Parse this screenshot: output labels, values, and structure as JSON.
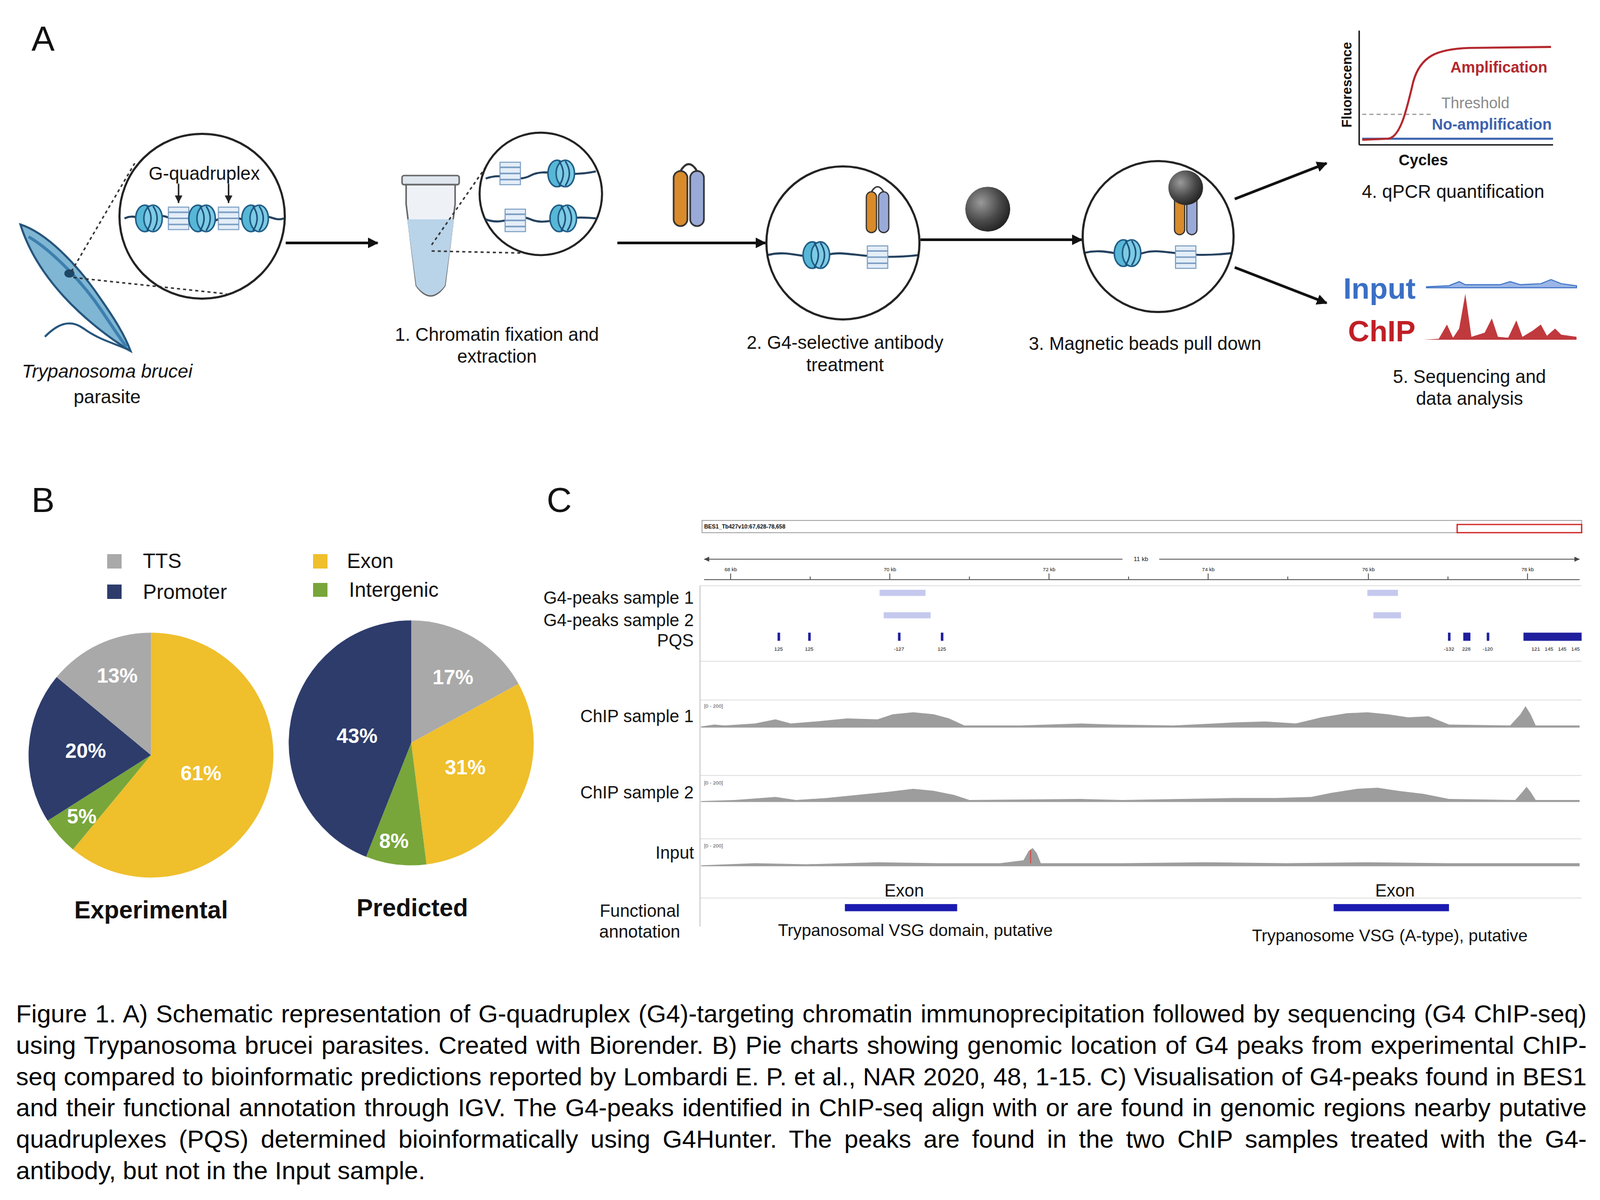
{
  "diagram": {
    "caption": "Figure 1. A) Schematic representation of G-quadruplex (G4)-targeting chromatin immunoprecipitation followed by sequencing (G4 ChIP-seq) using Trypanosoma brucei parasites. Created with Biorender. B) Pie charts showing genomic location of G4 peaks from experimental ChIP-seq compared to bioinformatic predictions reported by Lombardi E. P. et al., NAR 2020, 48, 1-15. C) Visualisation of G4-peaks found in BES1 and their functional annotation through IGV. The G4-peaks identified in ChIP-seq align with or are found in genomic regions nearby putative quadruplexes (PQS) determined bioinformatically using G4Hunter. The peaks are found in the two ChIP samples treated with the G4-antibody, but not in the Input sample.",
    "nodes": [
      {
        "text": [
          "G-quadruplex"
        ]
      },
      {
        "text": [
          "1. Chromatin fixation and extraction"
        ]
      },
      {
        "text": [
          "2. G4-selective antibody treatment"
        ]
      },
      {
        "text": [
          "3. Magnetic beads pull down"
        ]
      },
      {
        "text": [
          "4. qPCR quantification"
        ]
      },
      {
        "text": [
          "5. Sequencing and data analysis"
        ]
      }
    ],
    "edges": [
      {
        "from": 0,
        "to": 1,
        "arrow": "to"
      },
      {
        "from": 1,
        "to": 2,
        "arrow": "to"
      },
      {
        "from": 2,
        "to": 3,
        "arrow": "to"
      },
      {
        "from": 3,
        "to": 4,
        "arrow": "to"
      },
      {
        "from": 3,
        "to": 5,
        "arrow": "to"
      }
    ],
    "labels": [
      "A",
      "Trypanosoma brucei",
      "parasite",
      "Fluorescence",
      "Amplification",
      "Threshold",
      "No-amplification",
      "Cycles",
      "Input",
      "ChIP",
      "B",
      "C",
      "13%",
      "20%",
      "5%",
      "61%",
      "17%",
      "43%",
      "8%",
      "31%",
      "Experimental",
      "Predicted",
      "BES1_Tb427v10:67,628-78,658",
      "11 kb",
      "68 kb",
      "70 kb",
      "72 kb",
      "74 kb",
      "76 kb",
      "78 kb",
      "G4-peaks sample 1",
      "G4-peaks sample 2",
      "PQS",
      "125",
      "125",
      "-127",
      "125",
      "-132",
      "228",
      "-120",
      "121",
      "145",
      "145",
      "145",
      "ChIP sample 1",
      "ChIP sample 2",
      "Input",
      "Functional annotation",
      "[0 - 200]",
      "[0 - 200]",
      "[0 - 200]",
      "Exon",
      "Exon",
      "Trypanosomal VSG domain, putative",
      "Trypanosome VSG (A-type), putative"
    ],
    "legend": [
      {
        "text": "TTS",
        "color": "#a9a9a9"
      },
      {
        "text": "Exon",
        "color": "#efbf2c"
      },
      {
        "text": "Promoter",
        "color": "#2d3c6b"
      },
      {
        "text": "Intergenic",
        "color": "#78a63a"
      }
    ]
  }
}
